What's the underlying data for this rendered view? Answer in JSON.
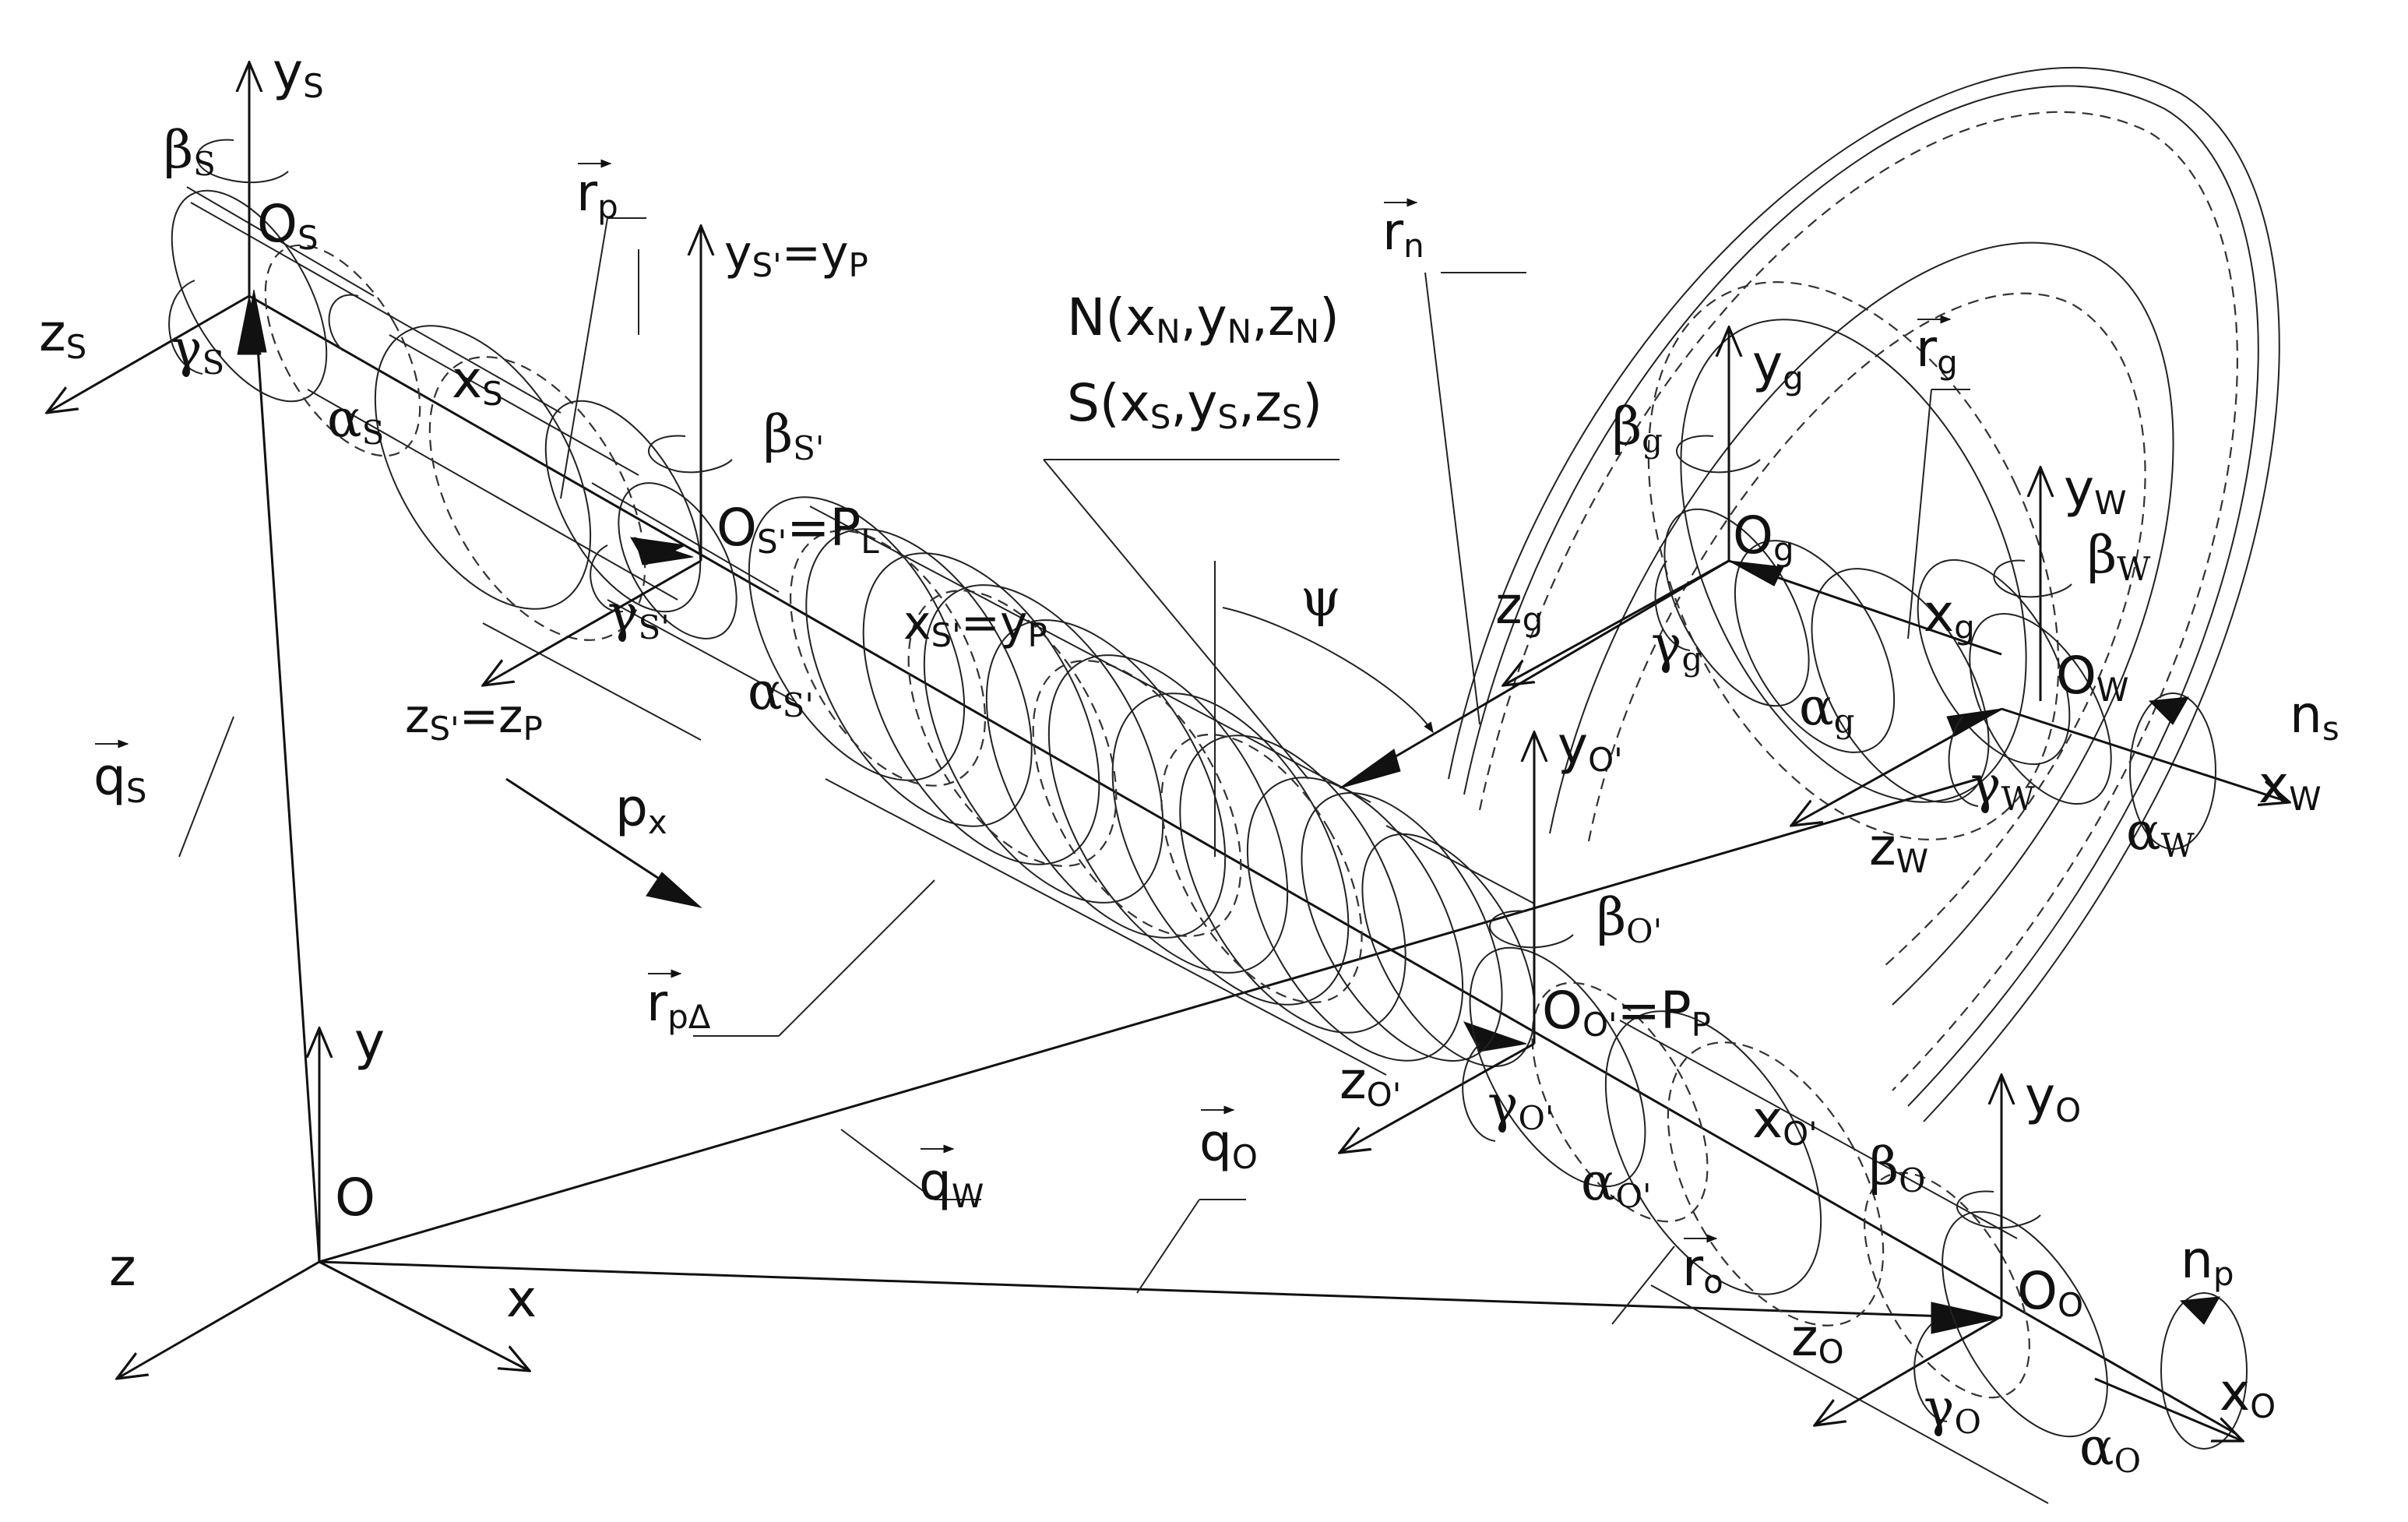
{
  "labels": {
    "ys": "y",
    "ys_sub": "S",
    "zs": "z",
    "zs_sub": "S",
    "xs": "x",
    "xs_sub": "S",
    "Os": "O",
    "Os_sub": "S",
    "beta_s": "β",
    "beta_s_sub": "S",
    "gamma_s": "γ",
    "gamma_s_sub": "S",
    "alpha_s": "α",
    "alpha_s_sub": "S",
    "rp": "r",
    "rp_sub": "p",
    "ysp": "y",
    "ysp_sub": "S'",
    "ysp_eq": "=y",
    "ysp_eq_sub": "P",
    "Osp": "O",
    "Osp_sub": "S'",
    "Osp_eq": "=P",
    "Osp_eq_sub": "L",
    "beta_sp": "β",
    "beta_sp_sub": "S'",
    "gamma_sp": "γ",
    "gamma_sp_sub": "S'",
    "alpha_sp": "α",
    "alpha_sp_sub": "S'",
    "zsp": "z",
    "zsp_sub": "S'",
    "zsp_eq": "=z",
    "zsp_eq_sub": "P",
    "xsp": "x",
    "xsp_sub": "S'",
    "xsp_eq": "=y",
    "xsp_eq_sub": "P",
    "qs": "q",
    "qs_sub": "S",
    "px": "p",
    "px_sub": "x",
    "rpd": "r",
    "rpd_sub": "pΔ",
    "N_point": "N(x",
    "N_xsub": "N",
    "N_y": ",y",
    "N_ysub": "N",
    "N_z": ",z",
    "N_zsub": "N",
    "N_close": ")",
    "S_point": "S(x",
    "S_xsub": "S",
    "S_y": ",y",
    "S_ysub": "S",
    "S_z": ",z",
    "S_zsub": "S",
    "S_close": ")",
    "psi": "ψ",
    "rn": "r",
    "rn_sub": "n",
    "yg": "y",
    "yg_sub": "g",
    "rg": "r",
    "rg_sub": "g",
    "beta_g": "β",
    "beta_g_sub": "g",
    "Og": "O",
    "Og_sub": "g",
    "zg": "z",
    "zg_sub": "g",
    "gamma_g": "γ",
    "gamma_g_sub": "g",
    "xg": "x",
    "xg_sub": "g",
    "alpha_g": "α",
    "alpha_g_sub": "g",
    "yw": "y",
    "yw_sub": "W",
    "beta_w": "β",
    "beta_w_sub": "W",
    "Ow": "O",
    "Ow_sub": "W",
    "gamma_w": "γ",
    "gamma_w_sub": "W",
    "zw": "z",
    "zw_sub": "W",
    "xw": "x",
    "xw_sub": "W",
    "alpha_w": "α",
    "alpha_w_sub": "W",
    "ns": "n",
    "ns_sub": "s",
    "yop": "y",
    "yop_sub": "O'",
    "beta_op": "β",
    "beta_op_sub": "O'",
    "Oop": "O",
    "Oop_sub": "O'",
    "Oop_eq": "=P",
    "Oop_eq_sub": "P",
    "zop": "z",
    "zop_sub": "O'",
    "gamma_op": "γ",
    "gamma_op_sub": "O'",
    "xop": "x",
    "xop_sub": "O'",
    "alpha_op": "α",
    "alpha_op_sub": "O'",
    "ro": "r",
    "ro_sub": "o",
    "yo": "y",
    "yo_sub": "O",
    "beta_o": "β",
    "beta_o_sub": "O",
    "Oo": "O",
    "Oo_sub": "O",
    "zo": "z",
    "zo_sub": "O",
    "gamma_o": "γ",
    "gamma_o_sub": "O",
    "xo": "x",
    "xo_sub": "O",
    "alpha_o": "α",
    "alpha_o_sub": "O",
    "np": "n",
    "np_sub": "p",
    "qw": "q",
    "qw_sub": "W",
    "qo": "q",
    "qo_sub": "O",
    "y": "y",
    "O": "O",
    "z": "z",
    "x": "x"
  }
}
